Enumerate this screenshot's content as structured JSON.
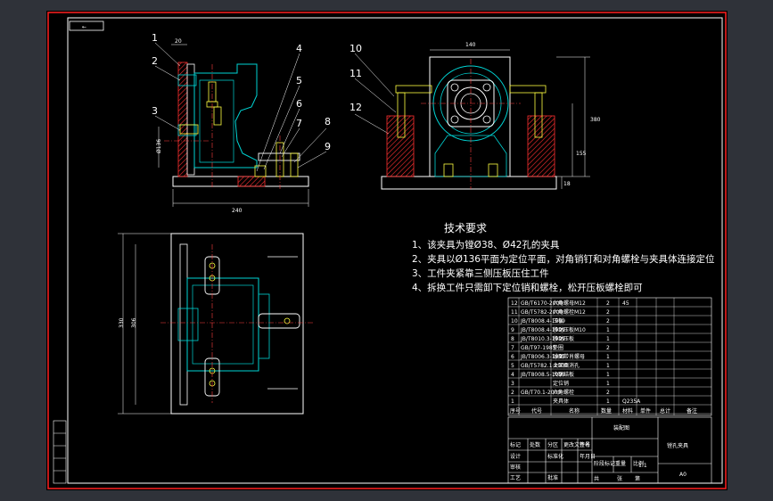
{
  "drawing": {
    "title_tab": "←",
    "part_numbers": [
      "1",
      "2",
      "3",
      "4",
      "5",
      "6",
      "7",
      "8",
      "9",
      "10",
      "11",
      "12"
    ],
    "dimensions": {
      "front_top": "20",
      "front_bottom": "240",
      "front_left": "Ø136",
      "side_top": "140",
      "side_right_outer": "380",
      "side_right_inner": "155",
      "side_right_small": "18",
      "plan_left_outer": "330",
      "plan_left_inner": "306"
    },
    "technical_requirements": {
      "heading": "技术要求",
      "items": [
        "1、该夹具为镗Ø38、Ø42孔的夹具",
        "2、夹具以Ø136平面为定位平面，对角销钉和对角螺栓与夹具体连接定位",
        "3、工件夹紧靠三侧压板压住工件",
        "4、拆换工件只需卸下定位销和螺栓，松开压板螺栓即可"
      ]
    },
    "bom": {
      "rows": [
        {
          "no": "12",
          "code": "GB/T6170-2000",
          "name": "六角螺母M12",
          "qty": "2",
          "mat": "45"
        },
        {
          "no": "11",
          "code": "GB/T5782-2000",
          "name": "六角螺栓M12",
          "qty": "2",
          "mat": ""
        },
        {
          "no": "10",
          "code": "JB/T8008.4-1999",
          "name": "压板",
          "qty": "2",
          "mat": ""
        },
        {
          "no": "9",
          "code": "JB/T8008.4-1999",
          "name": "移动压板M10",
          "qty": "1",
          "mat": ""
        },
        {
          "no": "8",
          "code": "JB/T8010.3-1999",
          "name": "移动压板",
          "qty": "1",
          "mat": ""
        },
        {
          "no": "7",
          "code": "GB/T97-1985",
          "name": "垫圈",
          "qty": "2",
          "mat": ""
        },
        {
          "no": "6",
          "code": "JB/T8006.3-1999",
          "name": "球面带肖螺母",
          "qty": "1",
          "mat": ""
        },
        {
          "no": "5",
          "code": "GB/T5782.1-2000",
          "name": "大正面消孔",
          "qty": "1",
          "mat": ""
        },
        {
          "no": "4",
          "code": "JB/T8008.5-1999",
          "name": "大联结板",
          "qty": "1",
          "mat": ""
        },
        {
          "no": "3",
          "code": "",
          "name": "定位销",
          "qty": "1",
          "mat": ""
        },
        {
          "no": "2",
          "code": "GB/T70.1-2000",
          "name": "六角螺栓",
          "qty": "2",
          "mat": ""
        },
        {
          "no": "1",
          "code": "",
          "name": "夹具体",
          "qty": "1",
          "mat": "Q235A"
        }
      ],
      "header": [
        "序号",
        "代号",
        "名称",
        "数量",
        "材料",
        "单件",
        "总计",
        "备注"
      ]
    },
    "title_block": {
      "drawing_name": "装配图",
      "part_title": "镗孔夹具",
      "sheet_code": "A0",
      "scale": "1:1",
      "labels": [
        "标记",
        "处数",
        "分区",
        "更改文件号",
        "签名",
        "年月日",
        "设计",
        "标准化",
        "审核",
        "工艺",
        "批准",
        "阶段标记",
        "重量",
        "比例",
        "共",
        "张",
        "第"
      ]
    },
    "colors": {
      "border": "#ff2020",
      "geometry": "#ffffff",
      "workpiece": "#00d4d4",
      "hatch": "#ff3030",
      "bolts": "#ffff40",
      "centerline": "#ff4040",
      "dimension": "#ffffff"
    }
  }
}
